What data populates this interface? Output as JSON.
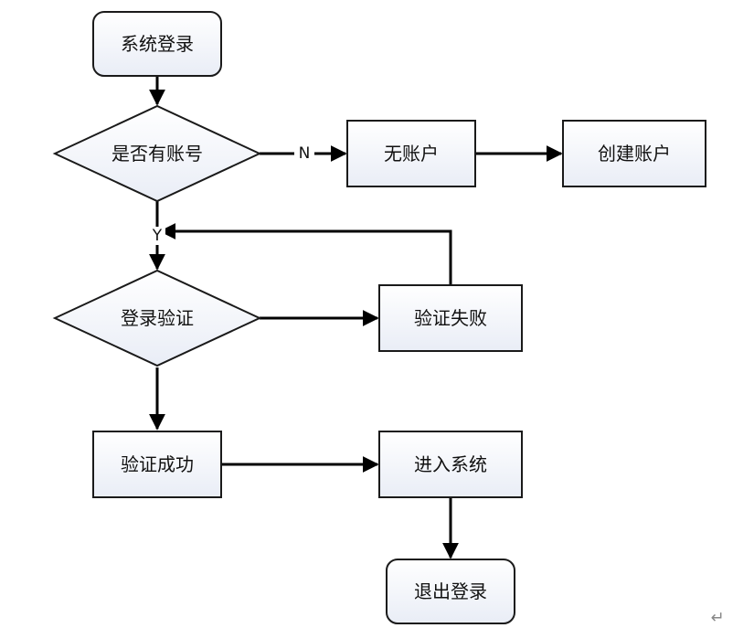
{
  "nodes": {
    "system_login": "系统登录",
    "has_account": "是否有账号",
    "no_account": "无账户",
    "create_account": "创建账户",
    "login_verify": "登录验证",
    "verify_failed": "验证失败",
    "verify_success": "验证成功",
    "enter_system": "进入系统",
    "logout": "退出登录"
  },
  "edges": {
    "no_label": "N",
    "yes_label": "Y"
  },
  "return_mark": "↵"
}
